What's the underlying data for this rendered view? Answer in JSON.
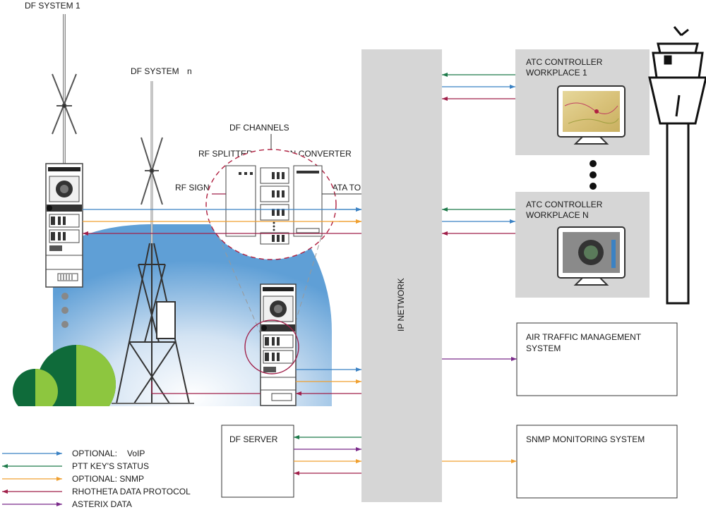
{
  "labels": {
    "df_system_1": "DF SYSTEM 1",
    "df_system_n_main": "DF SYSTEM",
    "df_system_n_suffix": "n",
    "df_channels": "DF CHANNELS",
    "rf_splitter": "RF SPLITTER",
    "lan_converter": "LAN CONVERTER",
    "rf_signal": "RF SIGNAL",
    "data_to_lan": "DATA TO LAN",
    "ip_network": "IP NETWORK",
    "atc1_line1": "ATC CONTROLLER",
    "atc1_line2": "WORKPLACE 1",
    "atcn_line1": "ATC CONTROLLER",
    "atcn_line2": "WORKPLACE N",
    "atm_line1": "AIR TRAFFIC MANAGEMENT",
    "atm_line2": "SYSTEM",
    "snmp_system": "SNMP MONITORING SYSTEM",
    "df_server": "DF SERVER"
  },
  "legend": [
    {
      "label": "OPTIONAL:",
      "suffix": "VoIP",
      "color": "#3b82c4",
      "direction": "right"
    },
    {
      "label": "PTT KEY'S STATUS",
      "suffix": "",
      "color": "#1e7a4a",
      "direction": "left"
    },
    {
      "label": "OPTIONAL: SNMP",
      "suffix": "",
      "color": "#f0a030",
      "direction": "right"
    },
    {
      "label": "RHOTHETA DATA PROTOCOL",
      "suffix": "",
      "color": "#a0204a",
      "direction": "left"
    },
    {
      "label": "ASTERIX DATA",
      "suffix": "",
      "color": "#7a2a8a",
      "direction": "right"
    }
  ],
  "colors": {
    "voip": "#3b82c4",
    "ptt": "#1e7a4a",
    "snmp": "#f0a030",
    "rhotheta": "#a0204a",
    "asterix": "#7a2a8a",
    "network": "#d6d6d6",
    "workplace_bg": "#d6d6d6",
    "dark_green": "#0f6b3a",
    "light_green": "#8dc63f"
  }
}
